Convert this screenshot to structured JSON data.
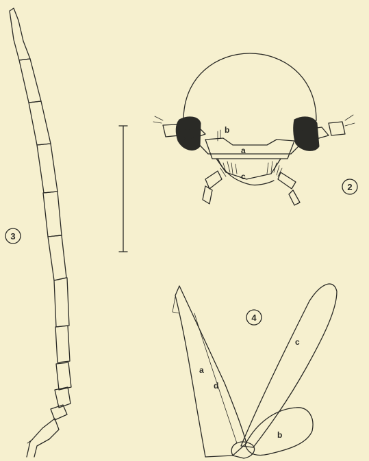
{
  "figures": [
    {
      "number": "3"
    },
    {
      "number": "2"
    },
    {
      "number": "4"
    }
  ],
  "labels": {
    "fig2": {
      "a": "a",
      "b": "b",
      "c": "c"
    },
    "fig4": {
      "a": "a",
      "b": "b",
      "c": "c",
      "d": "d"
    }
  }
}
